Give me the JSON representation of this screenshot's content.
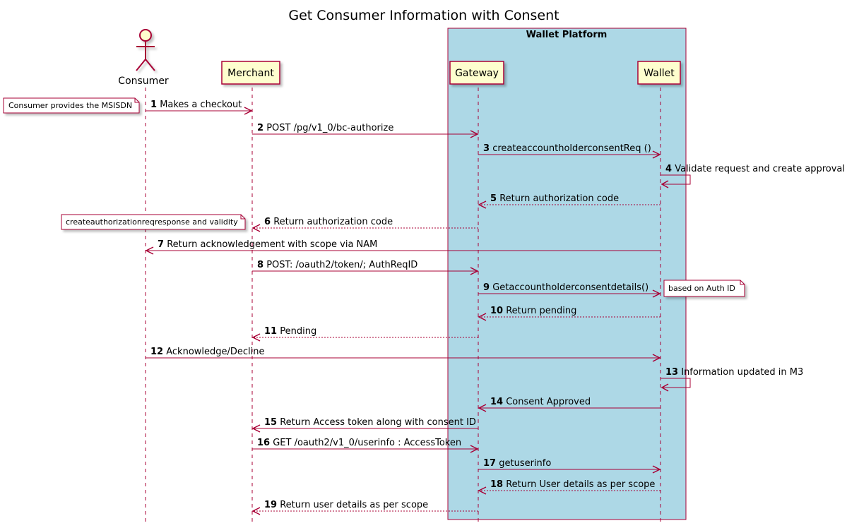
{
  "title": "Get Consumer Information with Consent",
  "colors": {
    "line": "#A80036",
    "box_fill": "#ADD8E6",
    "participant_fill": "#FEFECE",
    "note_fill": "#FFFFFF"
  },
  "box": {
    "label": "Wallet Platform"
  },
  "participants": [
    {
      "id": "consumer",
      "label": "Consumer",
      "kind": "actor"
    },
    {
      "id": "merchant",
      "label": "Merchant",
      "kind": "participant"
    },
    {
      "id": "gateway",
      "label": "Gateway",
      "kind": "participant"
    },
    {
      "id": "wallet",
      "label": "Wallet",
      "kind": "participant"
    }
  ],
  "messages": [
    {
      "num": "1",
      "text": "Makes a checkout",
      "from": "consumer",
      "to": "merchant",
      "style": "solid"
    },
    {
      "num": "2",
      "text": "POST /pg/v1_0/bc-authorize",
      "from": "merchant",
      "to": "gateway",
      "style": "solid"
    },
    {
      "num": "3",
      "text": "createaccountholderconsentReq ()",
      "from": "gateway",
      "to": "wallet",
      "style": "solid"
    },
    {
      "num": "4",
      "text": "Validate request and create approval",
      "from": "wallet",
      "to": "wallet",
      "style": "solid"
    },
    {
      "num": "5",
      "text": "Return authorization code",
      "from": "wallet",
      "to": "gateway",
      "style": "dashed"
    },
    {
      "num": "6",
      "text": "Return authorization code",
      "from": "gateway",
      "to": "merchant",
      "style": "dashed"
    },
    {
      "num": "7",
      "text": "Return acknowledgement with scope via NAM",
      "from": "wallet",
      "to": "consumer",
      "style": "solid"
    },
    {
      "num": "8",
      "text": "POST: /oauth2/token/; AuthReqID",
      "from": "merchant",
      "to": "gateway",
      "style": "solid"
    },
    {
      "num": "9",
      "text": "Getaccountholderconsentdetails()",
      "from": "gateway",
      "to": "wallet",
      "style": "solid"
    },
    {
      "num": "10",
      "text": "Return pending",
      "from": "wallet",
      "to": "gateway",
      "style": "dashed"
    },
    {
      "num": "11",
      "text": "Pending",
      "from": "gateway",
      "to": "merchant",
      "style": "dashed"
    },
    {
      "num": "12",
      "text": "Acknowledge/Decline",
      "from": "consumer",
      "to": "wallet",
      "style": "solid"
    },
    {
      "num": "13",
      "text": "Information updated in M3",
      "from": "wallet",
      "to": "wallet",
      "style": "solid"
    },
    {
      "num": "14",
      "text": "Consent Approved",
      "from": "wallet",
      "to": "gateway",
      "style": "solid"
    },
    {
      "num": "15",
      "text": "Return Access token along with consent ID",
      "from": "gateway",
      "to": "merchant",
      "style": "solid"
    },
    {
      "num": "16",
      "text": "GET /oauth2/v1_0/userinfo : AccessToken",
      "from": "merchant",
      "to": "gateway",
      "style": "solid"
    },
    {
      "num": "17",
      "text": "getuserinfo",
      "from": "gateway",
      "to": "wallet",
      "style": "solid"
    },
    {
      "num": "18",
      "text": "Return User details as per scope",
      "from": "wallet",
      "to": "gateway",
      "style": "dashed"
    },
    {
      "num": "19",
      "text": "Return user details as per scope",
      "from": "gateway",
      "to": "merchant",
      "style": "dashed"
    }
  ],
  "notes": [
    {
      "text": "Consumer provides the MSISDN",
      "message": "1",
      "side": "left-of-consumer"
    },
    {
      "text": "createauthorizationreqresponse and validity",
      "message": "6",
      "side": "left-of-merchant"
    },
    {
      "text": "based on Auth ID",
      "message": "9",
      "side": "right-of-wallet"
    }
  ]
}
